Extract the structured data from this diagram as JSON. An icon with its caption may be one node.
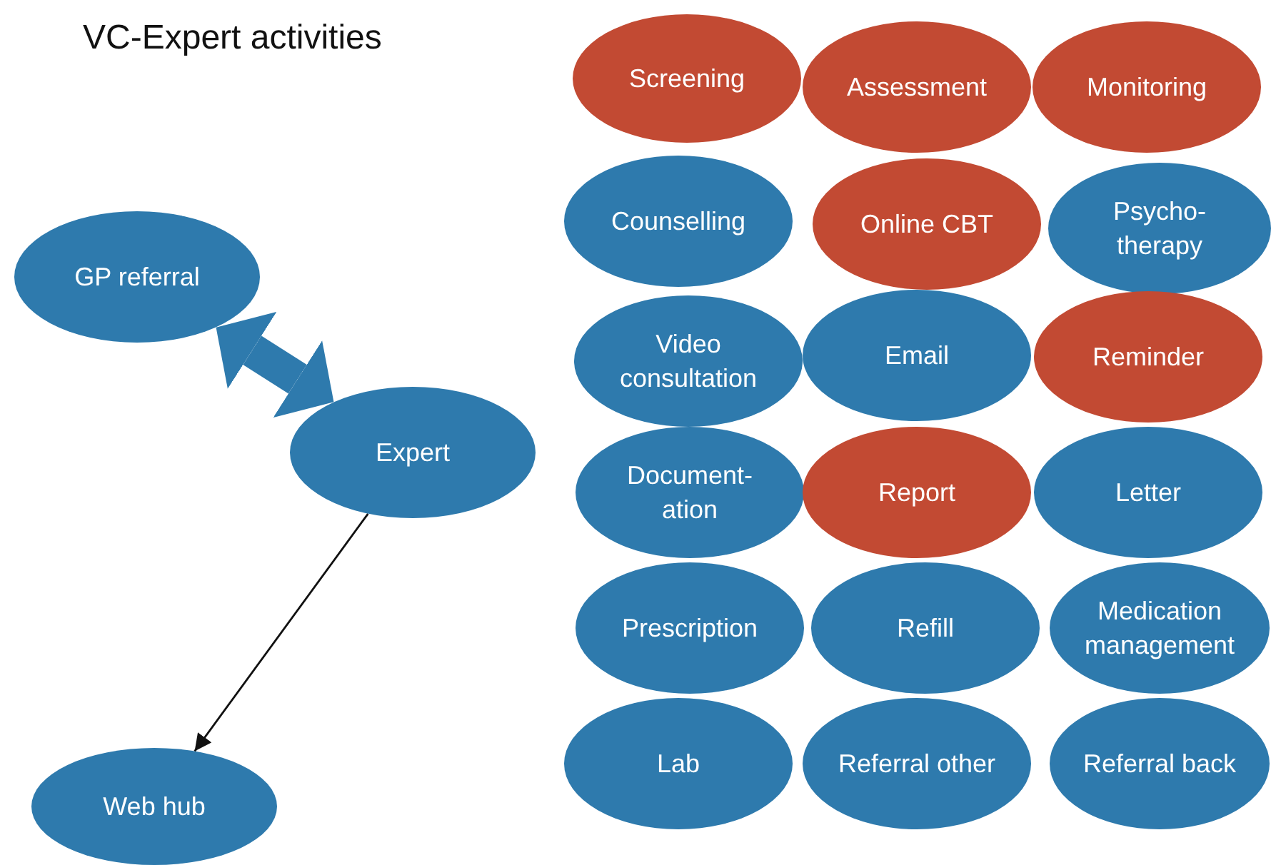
{
  "diagram": {
    "title": "VC-Expert activities",
    "nodes": [
      {
        "text": [
          "GP referral"
        ]
      },
      {
        "text": [
          "Expert"
        ]
      },
      {
        "text": [
          "Web hub"
        ]
      },
      {
        "text": [
          "Screening"
        ]
      },
      {
        "text": [
          "Assessment"
        ]
      },
      {
        "text": [
          "Monitoring"
        ]
      },
      {
        "text": [
          "Counselling"
        ]
      },
      {
        "text": [
          "Online CBT"
        ]
      },
      {
        "text": [
          "Psycho- therapy"
        ]
      },
      {
        "text": [
          "Video consultation"
        ]
      },
      {
        "text": [
          "Email"
        ]
      },
      {
        "text": [
          "Reminder"
        ]
      },
      {
        "text": [
          "Document- ation"
        ]
      },
      {
        "text": [
          "Report"
        ]
      },
      {
        "text": [
          "Letter"
        ]
      },
      {
        "text": [
          "Prescription"
        ]
      },
      {
        "text": [
          "Refill"
        ]
      },
      {
        "text": [
          "Medication management"
        ]
      },
      {
        "text": [
          "Lab"
        ]
      },
      {
        "text": [
          "Referral other"
        ]
      },
      {
        "text": [
          "Referral back"
        ]
      }
    ],
    "edges": [
      {
        "from": 0,
        "to": 1,
        "arrow": "both",
        "style": "thick",
        "color": "#2e7aad"
      },
      {
        "from": 1,
        "to": 2,
        "arrow": "to",
        "color": "#111111"
      }
    ]
  }
}
